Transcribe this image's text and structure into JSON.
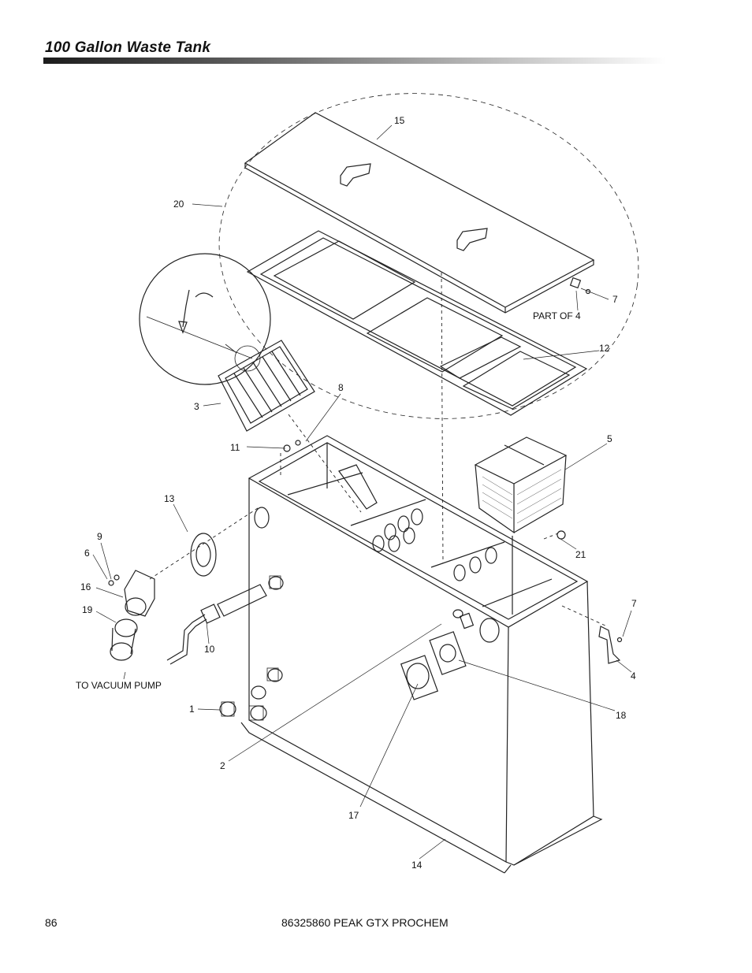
{
  "header": {
    "title": "100 Gallon Waste Tank"
  },
  "diagram": {
    "callouts": [
      "15",
      "20",
      "7",
      "PART OF 4",
      "12",
      "3",
      "8",
      "11",
      "5",
      "21",
      "13",
      "9",
      "6",
      "16",
      "19",
      "10",
      "TO VACUUM PUMP",
      "1",
      "7",
      "4",
      "18",
      "2",
      "17",
      "14"
    ]
  },
  "footer": {
    "page_number": "86",
    "doc_title": "86325860 PEAK GTX PROCHEM"
  }
}
